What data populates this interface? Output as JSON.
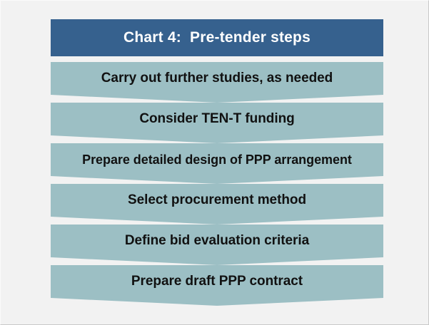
{
  "page": {
    "background_color": "#f2f2f2",
    "border_color": "#c9c9c9"
  },
  "header": {
    "title": "Chart 4:  Pre-tender steps",
    "background_color": "#36618e",
    "text_color": "#ffffff"
  },
  "flow": {
    "shape": "chevron-down",
    "fill_color": "#9cbfc4",
    "text_color": "#111111",
    "steps": [
      {
        "label": "Carry out further studies, as needed"
      },
      {
        "label": "Consider TEN-T funding"
      },
      {
        "label": "Prepare detailed design of PPP arrangement"
      },
      {
        "label": "Select procurement method"
      },
      {
        "label": "Define bid evaluation criteria"
      },
      {
        "label": "Prepare draft PPP contract"
      }
    ]
  },
  "chart_data": {
    "type": "diagram",
    "subtype": "vertical-chevron-process-flow",
    "title": "Chart 4:  Pre-tender steps",
    "step_count": 6,
    "categories": [
      "Carry out further studies, as needed",
      "Consider TEN-T funding",
      "Prepare detailed design of PPP arrangement",
      "Select procurement method",
      "Define bid evaluation criteria",
      "Prepare draft PPP contract"
    ],
    "values": [
      1,
      2,
      3,
      4,
      5,
      6
    ],
    "direction": "top-to-bottom",
    "xlabel": "",
    "ylabel": "",
    "legend": [],
    "grid": false,
    "colors": {
      "header": "#36618e",
      "step": "#9cbfc4",
      "background": "#f2f2f2"
    }
  }
}
